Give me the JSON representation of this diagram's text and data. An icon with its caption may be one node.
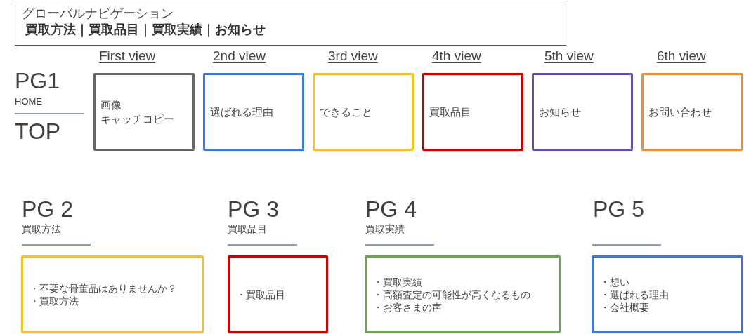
{
  "diagram": {
    "nodes": [
      {
        "text": [
          "グローバルナビゲーション",
          "買取方法｜買取品目｜買取実績｜お知らせ"
        ]
      },
      {
        "text": [
          "First view",
          "画像",
          "キャッチコピー"
        ]
      },
      {
        "text": [
          "2nd view",
          "選ばれる理由"
        ]
      },
      {
        "text": [
          "3rd view",
          "できること"
        ]
      },
      {
        "text": [
          "4th view",
          "買取品目"
        ]
      },
      {
        "text": [
          "5th view",
          "お知らせ"
        ]
      },
      {
        "text": [
          "6th view",
          "お問い合わせ"
        ]
      },
      {
        "text": [
          "・不要な骨董品はありませんか？",
          "・買取方法"
        ]
      },
      {
        "text": [
          "・買取品目"
        ]
      },
      {
        "text": [
          "・買取実績",
          "・高額査定の可能性が高くなるもの",
          "・お客さまの声"
        ]
      },
      {
        "text": [
          "・想い",
          "・選ばれる理由",
          "・会社概要"
        ]
      }
    ],
    "labels": [
      "PG1",
      "HOME",
      "TOP",
      "PG 2",
      "買取方法",
      "PG 3",
      "買取品目",
      "PG 4",
      "買取実績",
      "PG 5"
    ]
  }
}
